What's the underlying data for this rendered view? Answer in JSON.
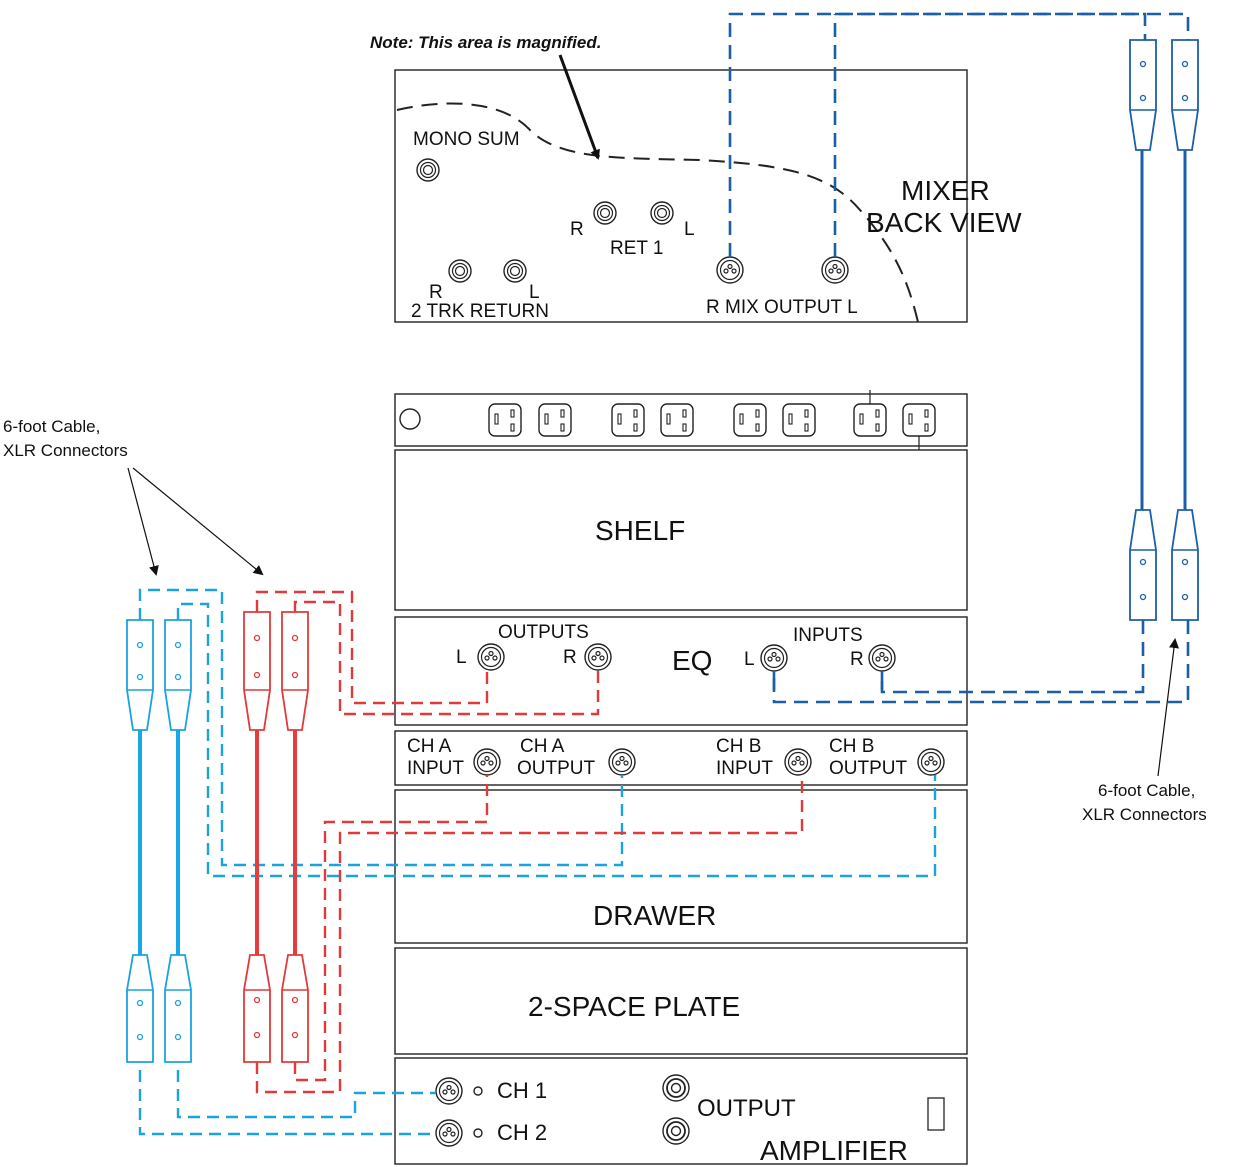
{
  "note": "Note:  This area is magnified.",
  "mixer": {
    "title_line1": "MIXER",
    "title_line2": "BACK VIEW",
    "mono_sum": "MONO SUM",
    "ret_r": "R",
    "ret_l": "L",
    "ret_label": "RET 1",
    "trk_r": "R",
    "trk_l": "L",
    "trk_label": "2 TRK RETURN",
    "mix_output": "R MIX OUTPUT L"
  },
  "shelf": {
    "label": "SHELF"
  },
  "eq": {
    "label": "EQ",
    "outputs": "OUTPUTS",
    "inputs": "INPUTS",
    "out_l": "L",
    "out_r": "R",
    "in_l": "L",
    "in_r": "R"
  },
  "ch_panel": {
    "cha_input_1": "CH A",
    "cha_input_2": "INPUT",
    "cha_output_1": "CH A",
    "cha_output_2": "OUTPUT",
    "chb_input_1": "CH B",
    "chb_input_2": "INPUT",
    "chb_output_1": "CH B",
    "chb_output_2": "OUTPUT"
  },
  "drawer": {
    "label": "DRAWER"
  },
  "plate": {
    "label": "2-SPACE PLATE"
  },
  "amplifier": {
    "label": "AMPLIFIER",
    "ch1": "CH 1",
    "ch2": "CH 2",
    "output": "OUTPUT"
  },
  "callout_left": {
    "line1": "6-foot Cable,",
    "line2": "XLR Connectors"
  },
  "callout_right": {
    "line1": "6-foot Cable,",
    "line2": "XLR Connectors"
  },
  "colors": {
    "mixer_cable": "#1b5fa8",
    "cyan_cable": "#1aa3dc",
    "red_cable": "#e03a3a"
  }
}
